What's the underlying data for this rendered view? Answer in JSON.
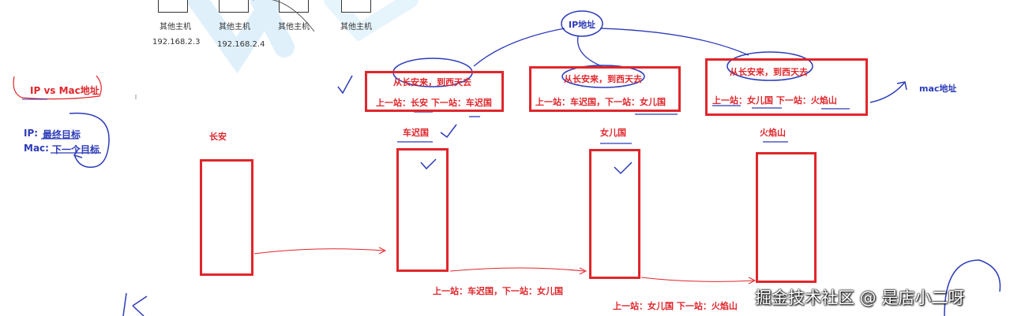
{
  "top_hosts": [
    {
      "label": "其他主机",
      "ip": "192.168.2.3"
    },
    {
      "label": "其他主机",
      "ip": "192.168.2.4"
    },
    {
      "label": "其他主机",
      "ip": ""
    },
    {
      "label": "其他主机",
      "ip": ""
    }
  ],
  "left_panel": {
    "title": "IP vs Mac地址",
    "ip_line_label": "IP:",
    "ip_line_value": "最终目标",
    "mac_line_label": "Mac:",
    "mac_line_value": "下一个目标"
  },
  "ip_label": "IP地址",
  "mac_label": "mac地址",
  "nodes": [
    {
      "name": "长安"
    },
    {
      "name": "车迟国"
    },
    {
      "name": "女儿国"
    },
    {
      "name": "火焰山"
    }
  ],
  "packets": [
    {
      "line1": "从长安来，到西天去",
      "line2": "上一站：长安 下一站：车迟国"
    },
    {
      "line1": "从长安来，到西天去",
      "line2": "上一站：车迟国，下一站：女儿国"
    },
    {
      "line1": "从长安来，到西天去",
      "line2": "上一站：女儿国  下一站：火焰山"
    }
  ],
  "bottom_notes": [
    "上一站：车迟国，下一站：女儿国",
    "上一站：女儿国  下一站：火焰山"
  ],
  "watermark": "掘金技术社区 @ 是店小二呀",
  "colors": {
    "red": "#e0262b",
    "blue": "#2c3bb8"
  }
}
